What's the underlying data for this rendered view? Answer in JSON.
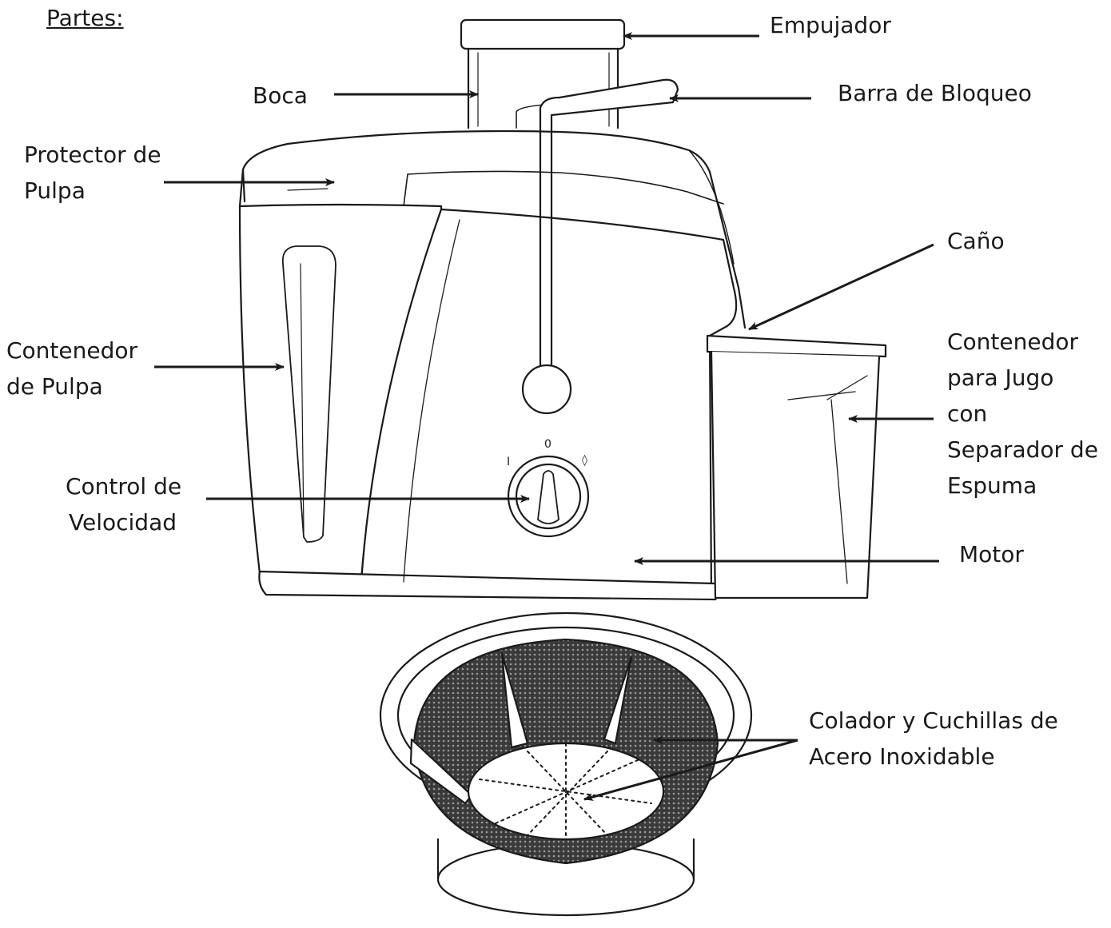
{
  "title": "Partes:",
  "labels": {
    "empujador": [
      "Empujador"
    ],
    "boca": [
      "Boca"
    ],
    "barra_bloqueo": [
      "Barra de Bloqueo"
    ],
    "protector_pulpa": [
      "Protector de",
      "Pulpa"
    ],
    "cano": [
      "Caño"
    ],
    "contenedor_pulpa": [
      "Contenedor",
      "de Pulpa"
    ],
    "contenedor_jugo": [
      "Contenedor",
      "para Jugo",
      "con",
      "Separador de",
      "Espuma"
    ],
    "control_velocidad": [
      "Control de",
      "Velocidad"
    ],
    "motor": [
      "Motor"
    ],
    "colador": [
      "Colador y Cuchillas de",
      "Acero Inoxidable"
    ]
  },
  "dial": {
    "left": "I",
    "center": "0",
    "right": "◊"
  },
  "colors": {
    "ink": "#1a1a1a",
    "mesh": "#4a4a4a",
    "background": "#ffffff"
  }
}
